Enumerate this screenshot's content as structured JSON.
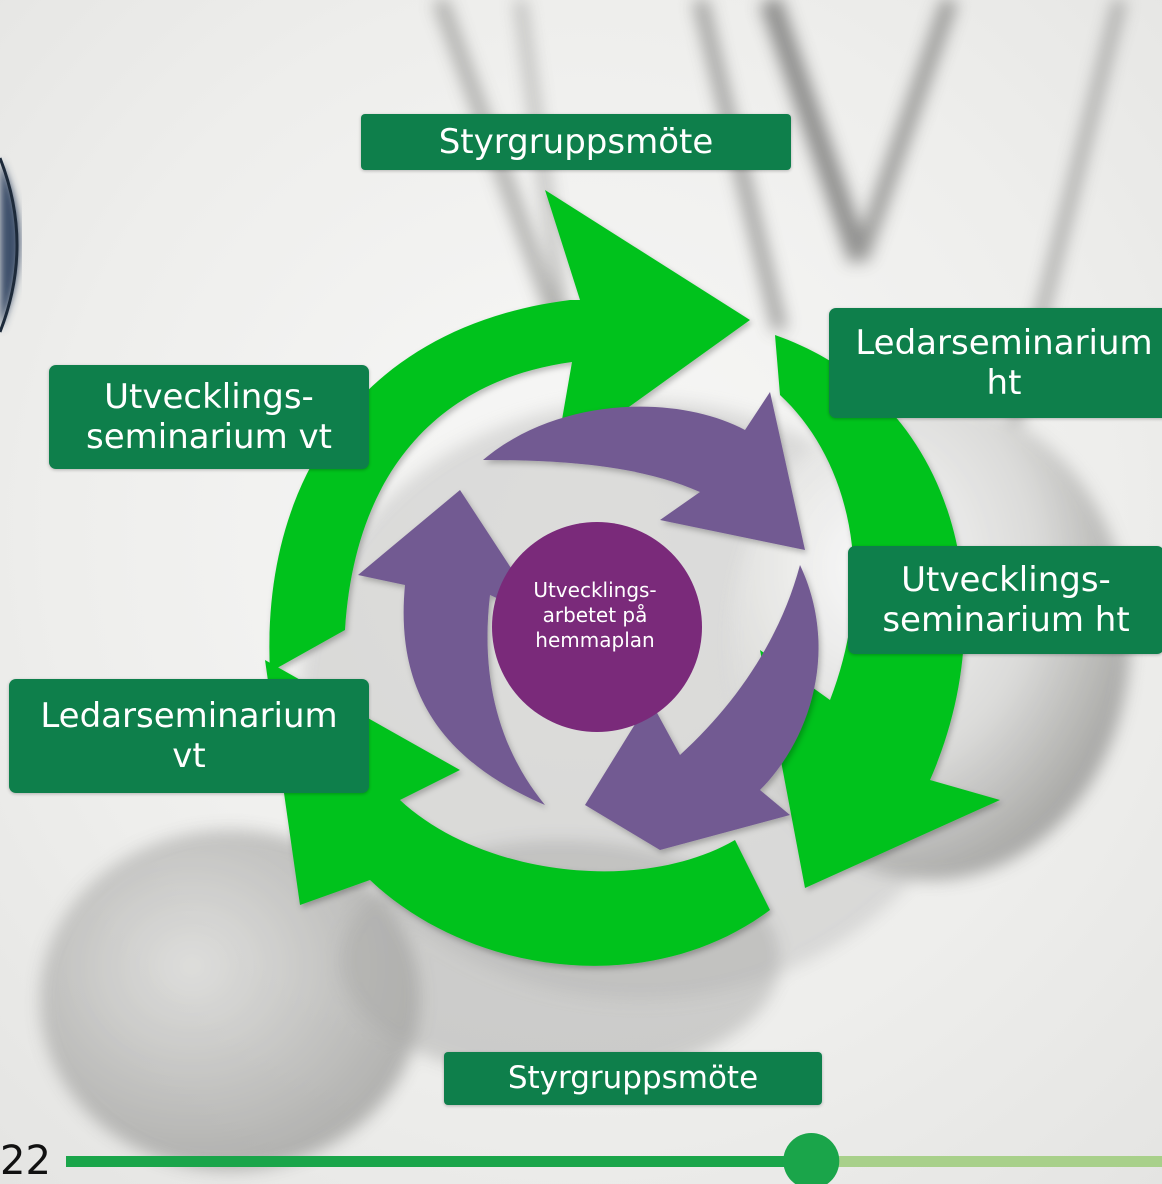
{
  "cycle": {
    "top_label": "Styrgruppsmöte",
    "bottom_label": "Styrgruppsmöte",
    "left_upper_label": [
      "Utvecklings-",
      "seminarium vt"
    ],
    "left_lower_label": [
      "Ledarseminarium",
      "vt"
    ],
    "right_upper_label": [
      "Ledarseminarium",
      "ht"
    ],
    "right_lower_label": [
      "Utvecklings-",
      "seminarium ht"
    ],
    "center_label": [
      "Utvecklings-",
      "arbetet på",
      "hemmaplan"
    ]
  },
  "footer": {
    "page_number": "22",
    "progress_fraction": 0.68
  },
  "colors": {
    "outer_arrows": "#00c21f",
    "inner_arrows": "#725a92",
    "center_circle": "#7a2a7a",
    "label_bg": "#0e7f4b",
    "progress_done": "#1aa54a",
    "progress_remaining": "#a8d08a"
  }
}
